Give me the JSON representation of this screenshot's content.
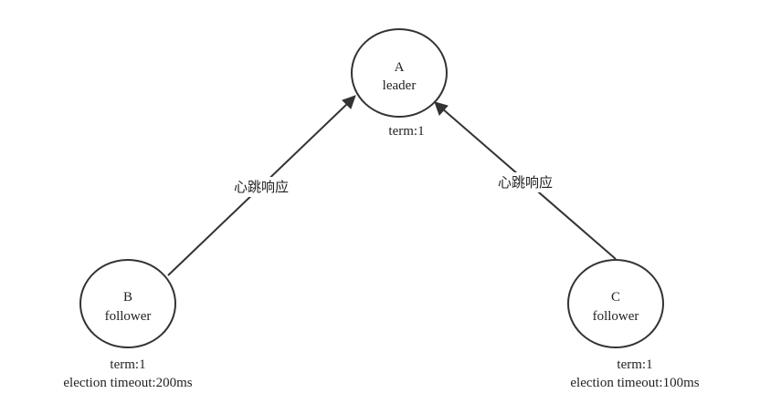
{
  "nodes": {
    "a": {
      "name": "A",
      "role": "leader",
      "info": [
        "term:1"
      ]
    },
    "b": {
      "name": "B",
      "role": "follower",
      "info": [
        "term:1",
        "election timeout:200ms"
      ]
    },
    "c": {
      "name": "C",
      "role": "follower",
      "info": [
        "term:1",
        "election timeout:100ms"
      ]
    }
  },
  "edges": {
    "b_to_a": {
      "label": "心跳响应"
    },
    "c_to_a": {
      "label": "心跳响应"
    }
  }
}
